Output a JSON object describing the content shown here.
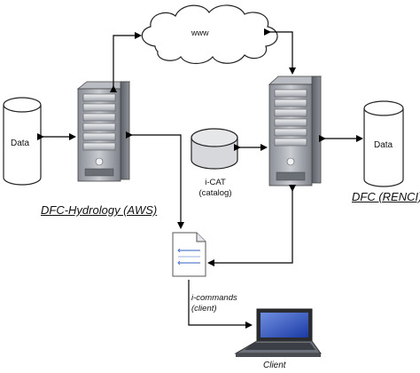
{
  "cloud": {
    "label": "www"
  },
  "data_left": {
    "label": "Data"
  },
  "data_right": {
    "label": "Data"
  },
  "server_left": {
    "label": "DFC-Hydrology (AWS)"
  },
  "server_right": {
    "label": "DFC (RENCI)"
  },
  "catalog": {
    "line1": "i-CAT",
    "line2": "(catalog)"
  },
  "icommands": {
    "line1": "i-commands",
    "line2": "(client)"
  },
  "client": {
    "label": "Client"
  }
}
